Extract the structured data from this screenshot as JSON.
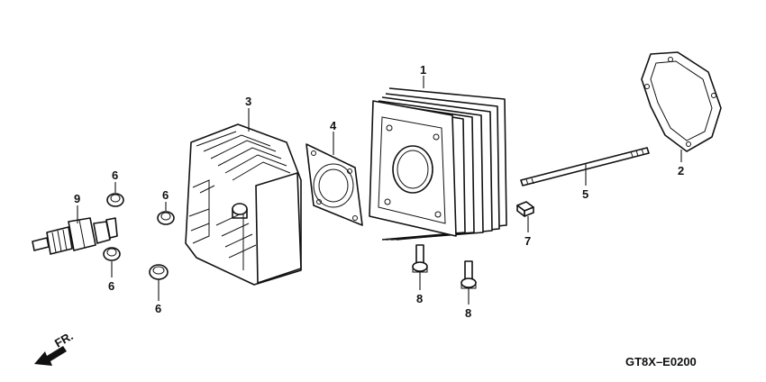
{
  "diagram": {
    "diagram_code": "GT8X–E0200",
    "direction_label": "FR.",
    "parts": [
      {
        "id": "cylinder",
        "callout": "1"
      },
      {
        "id": "gasket-base",
        "callout": "2"
      },
      {
        "id": "cylinder-head",
        "callout": "3"
      },
      {
        "id": "gasket-head",
        "callout": "4"
      },
      {
        "id": "stud-bolt",
        "callout": "5"
      },
      {
        "id": "nut-a",
        "callout": "6"
      },
      {
        "id": "nut-b",
        "callout": "6"
      },
      {
        "id": "nut-c",
        "callout": "6"
      },
      {
        "id": "nut-d",
        "callout": "6"
      },
      {
        "id": "square-nut",
        "callout": "7"
      },
      {
        "id": "bolt-a",
        "callout": "8"
      },
      {
        "id": "bolt-b",
        "callout": "8"
      },
      {
        "id": "spark-plug",
        "callout": "9"
      }
    ]
  }
}
